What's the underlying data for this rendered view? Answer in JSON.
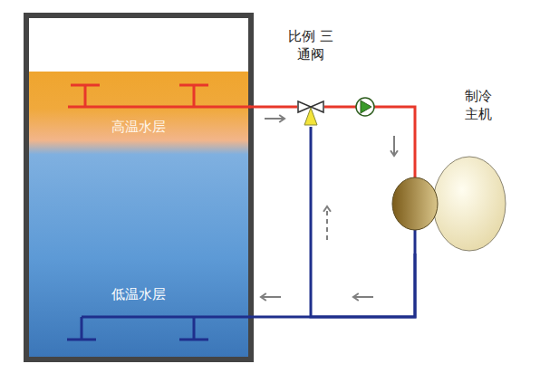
{
  "diagram": {
    "nodes": [
      {
        "text": [
          "高温水层"
        ]
      },
      {
        "text": [
          "低温水层"
        ]
      },
      {
        "text": [
          "比例 三通阀"
        ]
      },
      {
        "text": [
          "制冷 主机"
        ]
      }
    ],
    "edges": [
      {
        "from": 0,
        "to": 2,
        "arrow": "to"
      },
      {
        "from": 2,
        "to": 3,
        "arrow": "to"
      },
      {
        "from": 3,
        "to": 1,
        "arrow": "to"
      },
      {
        "from": 3,
        "to": 2,
        "arrow": "to"
      }
    ]
  }
}
